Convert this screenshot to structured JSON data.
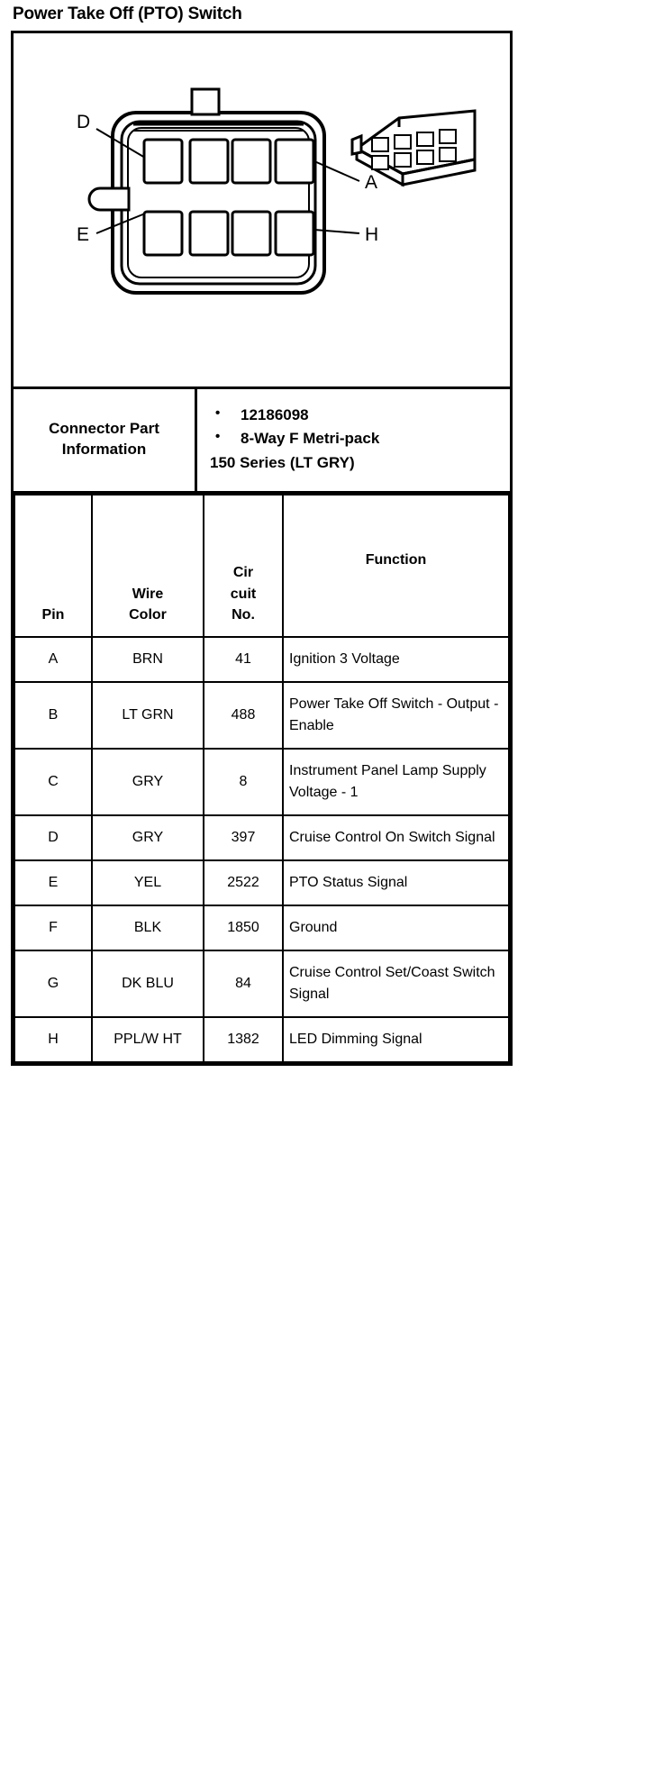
{
  "document": {
    "title": "Power Take Off (PTO) Switch"
  },
  "diagram": {
    "callouts": [
      {
        "id": "D",
        "label": "D",
        "position": "top-left"
      },
      {
        "id": "E",
        "label": "E",
        "position": "bottom-left"
      },
      {
        "id": "A",
        "label": "A",
        "position": "top-right"
      },
      {
        "id": "H",
        "label": "H",
        "position": "bottom-right"
      }
    ],
    "views": {
      "front_view_name": "connector-face-front-view",
      "iso_view_name": "connector-isometric-view"
    },
    "cavity_count": 8
  },
  "connector_part_information": {
    "label": "Connector Part Information",
    "bullets": [
      "12186098",
      "8-Way F Metri-pack"
    ],
    "continuation": "150 Series (LT GRY)"
  },
  "pin_table": {
    "headers": {
      "pin": "Pin",
      "wire_color_line1": "Wire",
      "wire_color_line2": "Color",
      "circuit_line1": "Cir",
      "circuit_line2": "cuit",
      "circuit_line3": "No.",
      "function": "Function"
    },
    "rows": [
      {
        "pin": "A",
        "color": "BRN",
        "circuit": "41",
        "function": "Ignition 3 Voltage"
      },
      {
        "pin": "B",
        "color": "LT GRN",
        "circuit": "488",
        "function": "Power Take Off Switch - Output - Enable"
      },
      {
        "pin": "C",
        "color": "GRY",
        "circuit": "8",
        "function": "Instrument Panel Lamp Supply Voltage - 1"
      },
      {
        "pin": "D",
        "color": "GRY",
        "circuit": "397",
        "function": "Cruise Control On Switch Signal"
      },
      {
        "pin": "E",
        "color": "YEL",
        "circuit": "2522",
        "function": "PTO Status Signal"
      },
      {
        "pin": "F",
        "color": "BLK",
        "circuit": "1850",
        "function": "Ground"
      },
      {
        "pin": "G",
        "color": "DK BLU",
        "circuit": "84",
        "function": "Cruise Control Set/Coast Switch Signal"
      },
      {
        "pin": "H",
        "color": "PPL/W HT",
        "circuit": "1382",
        "function": "LED Dimming Signal"
      }
    ]
  }
}
